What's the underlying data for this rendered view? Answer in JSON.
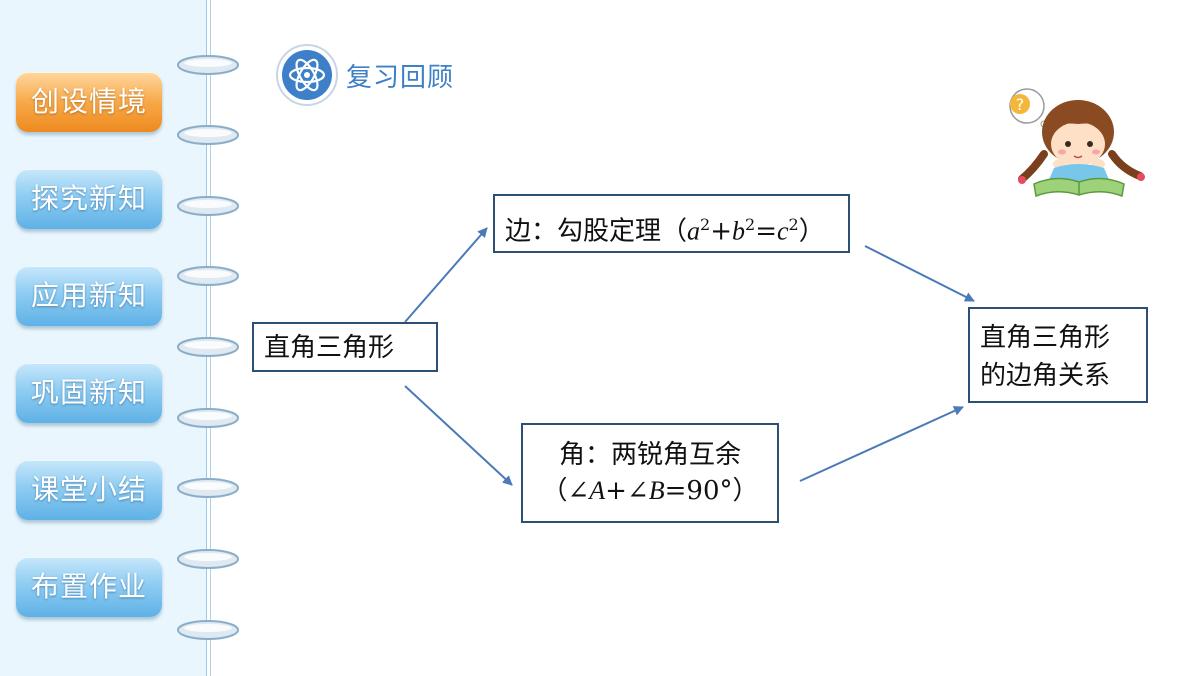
{
  "nav": {
    "items": [
      {
        "label": "创设情境",
        "active": true
      },
      {
        "label": "探究新知",
        "active": false
      },
      {
        "label": "应用新知",
        "active": false
      },
      {
        "label": "巩固新知",
        "active": false
      },
      {
        "label": "课堂小结",
        "active": false
      },
      {
        "label": "布置作业",
        "active": false
      }
    ]
  },
  "header": {
    "title": "复习回顾",
    "icon": "atom-icon",
    "illustration": "girl-reading-question-icon",
    "question_mark": "?"
  },
  "diagram": {
    "start": "直角三角形",
    "side": {
      "prefix": "边：勾股定理（",
      "a": "a",
      "plus": "+",
      "b": "b",
      "equals": "=",
      "c": "c",
      "exp": "2",
      "suffix": "）"
    },
    "angle": {
      "line1": "角：两锐角互余",
      "open": "（",
      "angle_sym": "∠",
      "A": "A",
      "plus": "+",
      "B": "B",
      "equals": "=90°",
      "close": "）"
    },
    "result_line1": "直角三角形",
    "result_line2": "的边角关系"
  },
  "colors": {
    "accent": "#3f7fc6",
    "arrow": "#4a7ab7",
    "box_border": "#2d4f74",
    "nav_active": "#f29b33",
    "nav_blue": "#6bb8e8"
  }
}
